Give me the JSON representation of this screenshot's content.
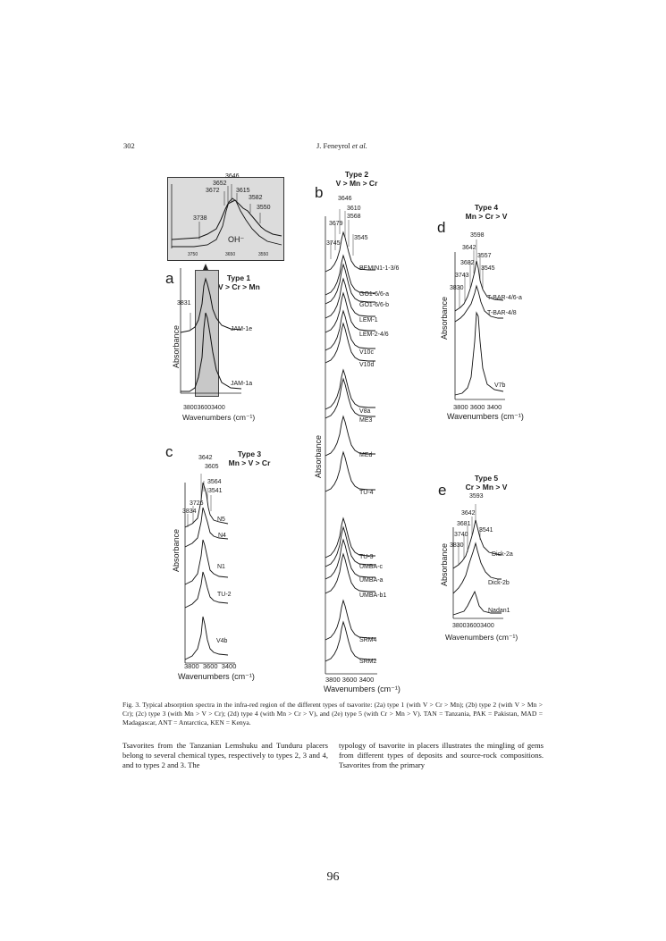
{
  "header": {
    "page_number": "302",
    "authors": "J. Feneyrol",
    "et_al": "et al."
  },
  "figure": {
    "inset": {
      "peaks": [
        "3646",
        "3652",
        "3672",
        "3615",
        "3582",
        "3550",
        "3738"
      ],
      "label": "OH⁻",
      "ticks": [
        "3750",
        "3650",
        "3550"
      ]
    },
    "panel_a": {
      "letter": "a",
      "title": "Type 1",
      "formula": "V > Cr > Mn",
      "peaks": [
        "3831"
      ],
      "spectra": [
        "JAM-1e",
        "JAM-1a"
      ]
    },
    "panel_b": {
      "letter": "b",
      "title": "Type 2",
      "formula": "V > Mn > Cr",
      "peaks": [
        "3646",
        "3610",
        "3679",
        "3568",
        "3745",
        "3545"
      ],
      "spectra": [
        "BEMIN1-1-3/6",
        "GO1-6/6-a",
        "GO1-6/6-b",
        "LEM-1",
        "LEM-2-4/6",
        "V10c",
        "V10d",
        "V8a",
        "ME3",
        "MEd",
        "TU-4",
        "TU-3",
        "UMBA-c",
        "UMBA-a",
        "UMBA-b1",
        "SRM4",
        "SRM2"
      ]
    },
    "panel_c": {
      "letter": "c",
      "title": "Type 3",
      "formula": "Mn > V > Cr",
      "peaks": [
        "3642",
        "3605",
        "3564",
        "3541",
        "3726",
        "3834"
      ],
      "spectra": [
        "N5",
        "N4",
        "N1",
        "TU-2",
        "V4b"
      ]
    },
    "panel_d": {
      "letter": "d",
      "title": "Type 4",
      "formula": "Mn > Cr > V",
      "peaks": [
        "3598",
        "3642",
        "3557",
        "3682",
        "3545",
        "3743",
        "3830"
      ],
      "spectra": [
        "T-BAR-4/6-a",
        "T-BAR-4/8",
        "V7b"
      ]
    },
    "panel_e": {
      "letter": "e",
      "title": "Type 5",
      "formula": "Cr > Mn > V",
      "peaks": [
        "3593",
        "3642",
        "3681",
        "3740",
        "3541",
        "3830"
      ],
      "spectra": [
        "Dick-2a",
        "Dick-2b",
        "Nadan1"
      ]
    },
    "axis_ticks": [
      "3800",
      "3600",
      "3400"
    ],
    "axis_ticks_compact": "380036003400",
    "xlabel": "Wavenumbers (cm⁻¹)",
    "ylabel": "Absorbance"
  },
  "caption": "Fig. 3. Typical absorption spectra in the infra-red region of the different types of tsavorite: (2a) type 1 (with V > Cr > Mn); (2b) type 2 (with V > Mn > Cr); (2c) type 3 (with Mn > V > Cr); (2d) type 4 (with Mn > Cr > V), and (2e) type 5 (with Cr > Mn > V). TAN = Tanzania, PAK = Pakistan, MAD = Madagascar, ANT = Antarctica, KEN = Kenya.",
  "body_left": "Tsavorites from the Tanzanian Lemshuku and Tunduru placers belong to several chemical types, respectively to types 2, 3 and 4, and to types 2 and 3. The",
  "body_right": "typology of tsavorite in placers illustrates the mingling of gems from different types of deposits and source-rock compositions. Tsavorites from the primary",
  "footer_page": "96"
}
